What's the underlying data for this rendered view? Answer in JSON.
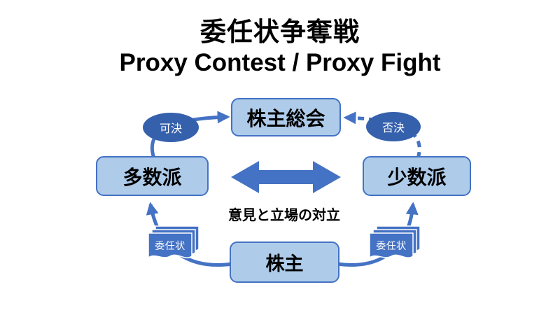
{
  "title": {
    "line1": "委任状争奪戦",
    "line2": "Proxy Contest / Proxy Fight"
  },
  "nodes": {
    "meeting": "株主総会",
    "majority": "多数派",
    "minority": "少数派",
    "shareholders": "株主"
  },
  "ovals": {
    "approved": "可決",
    "rejected": "否決"
  },
  "docs": {
    "left_label": "委任状",
    "right_label": "委任状"
  },
  "center": {
    "conflict_label": "意見と立場の対立"
  },
  "colors": {
    "box_fill": "#aecbea",
    "box_border": "#4472c4",
    "oval_fill": "#3560ac",
    "connector": "#4472c4",
    "text": "#000000",
    "light_text": "#ffffff",
    "background": "#ffffff"
  }
}
